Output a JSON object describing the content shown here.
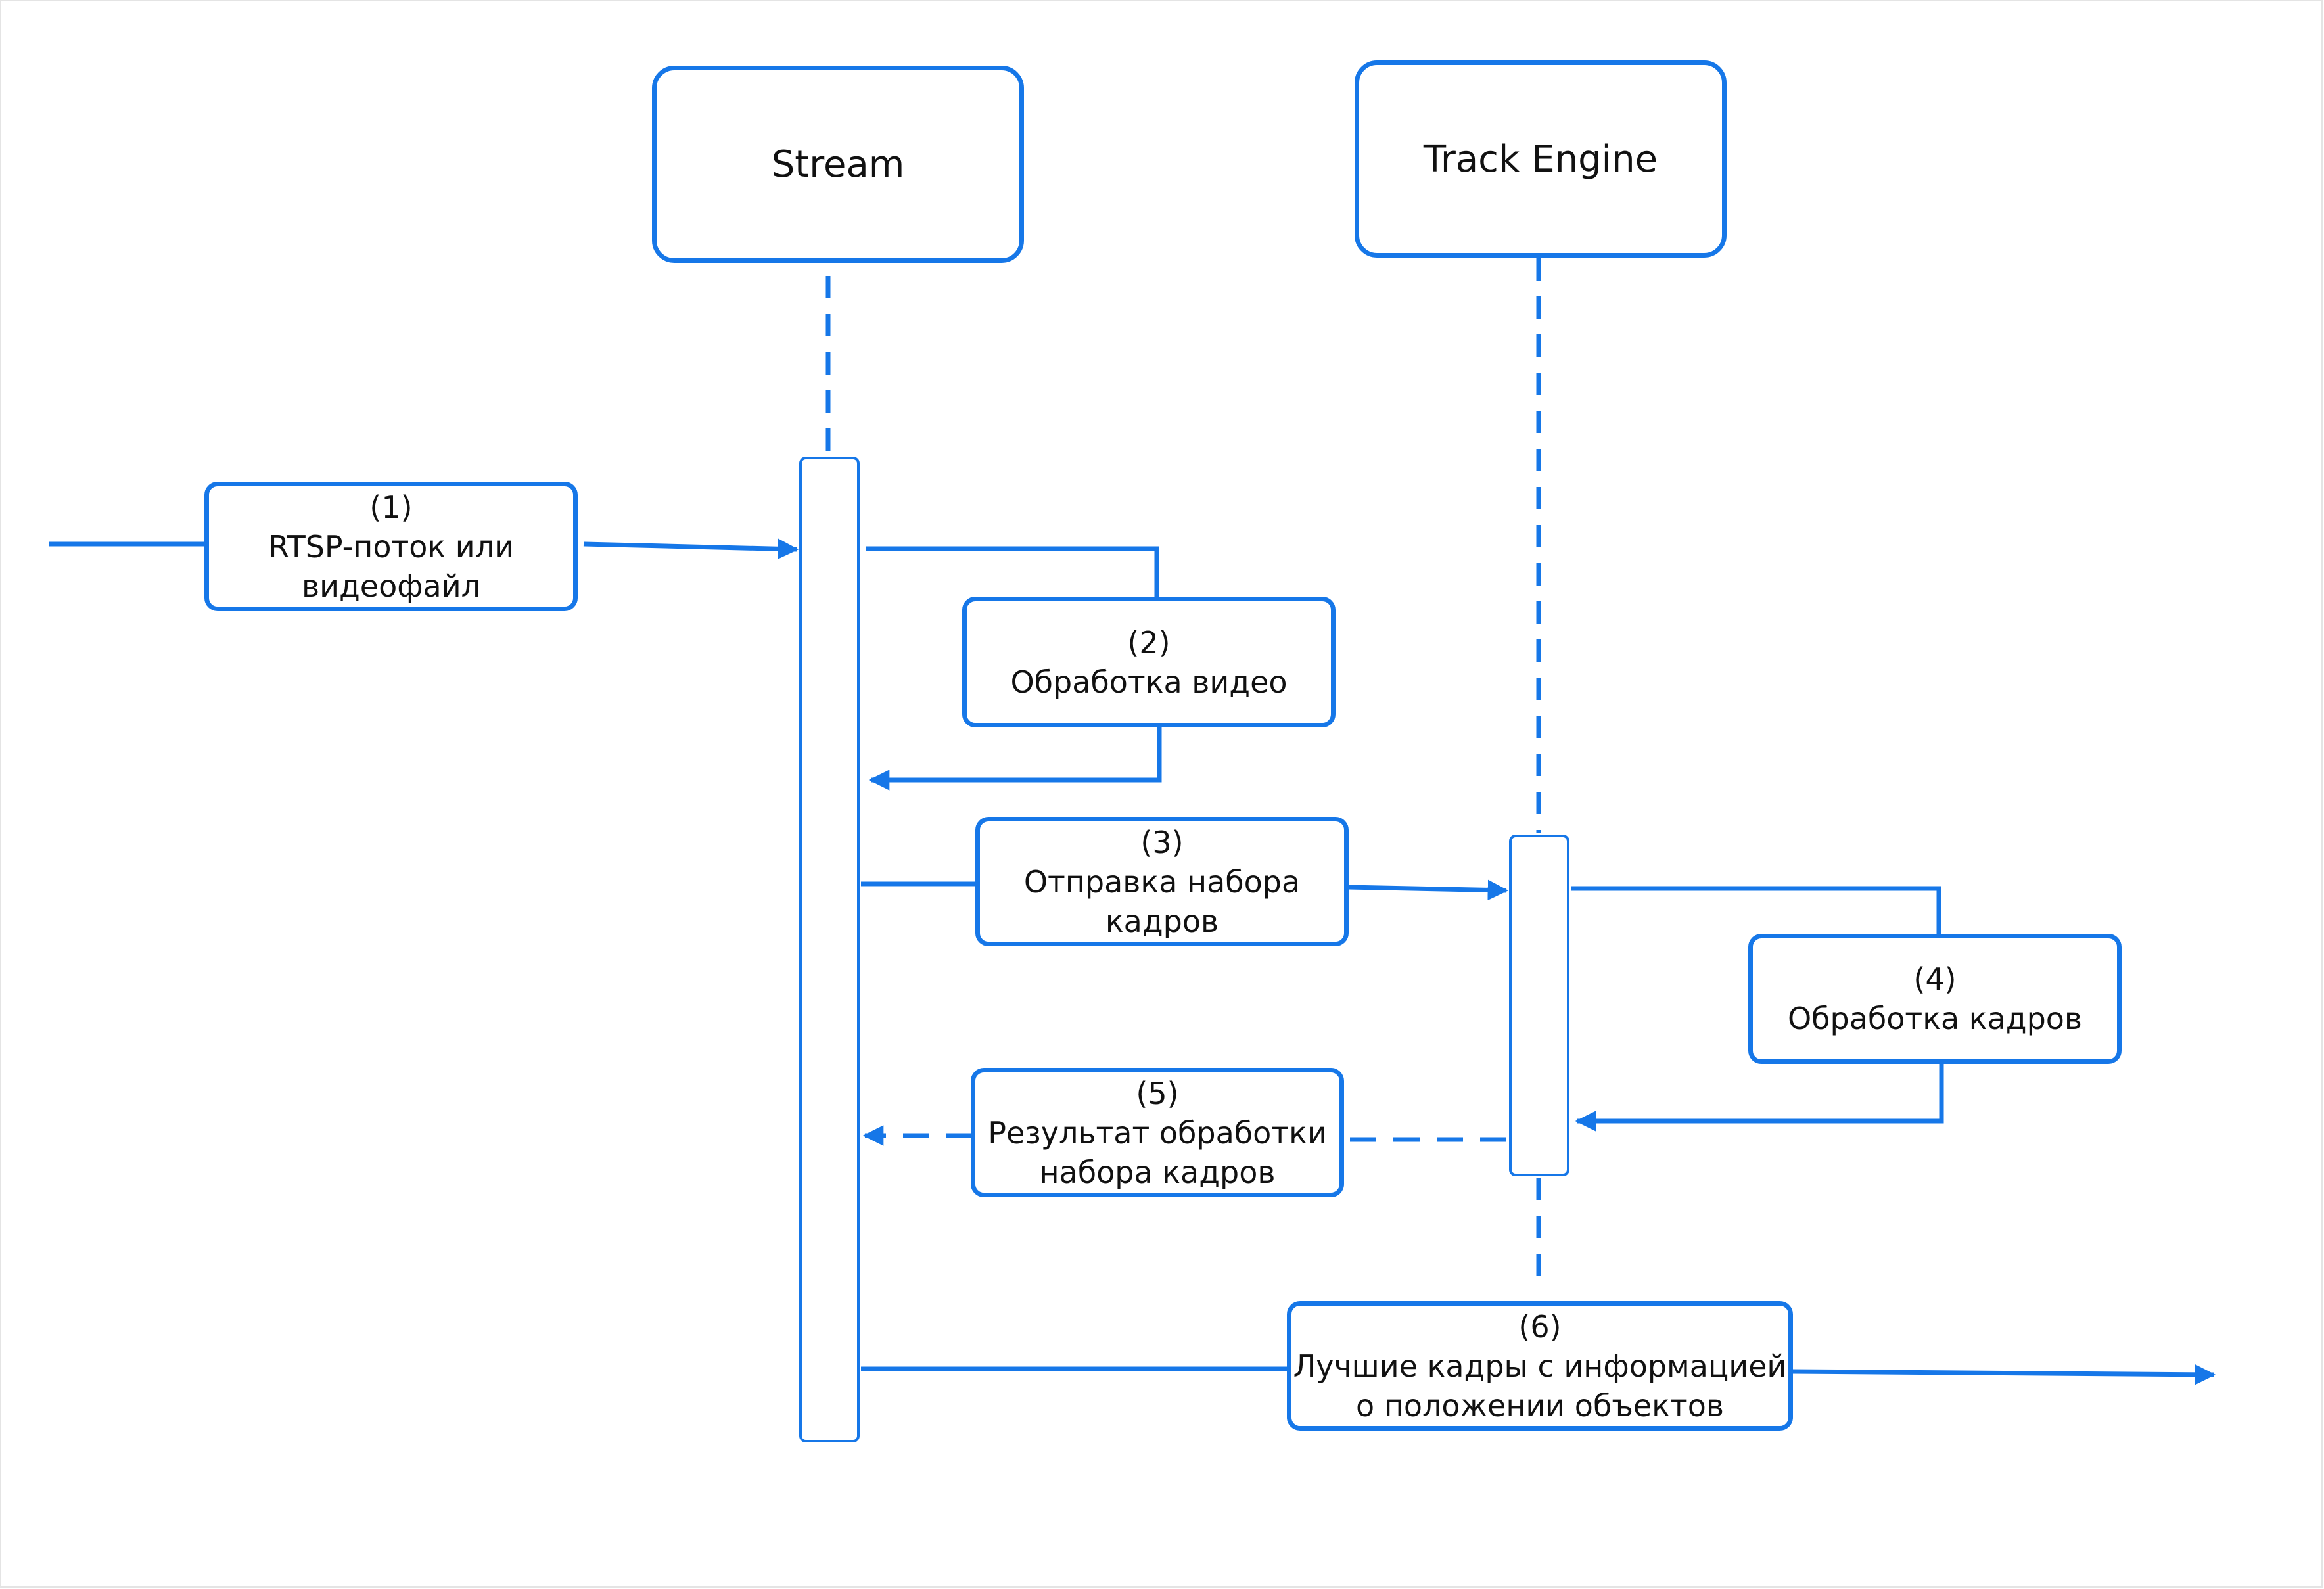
{
  "participants": {
    "stream": "Stream",
    "track_engine": "Track Engine"
  },
  "messages": [
    {
      "num": "(1)",
      "line1": "RTSP-поток или",
      "line2": "видеофайл"
    },
    {
      "num": "(2)",
      "line1": "Обработка видео",
      "line2": ""
    },
    {
      "num": "(3)",
      "line1": "Отправка набора",
      "line2": "кадров"
    },
    {
      "num": "(4)",
      "line1": "Обработка кадров",
      "line2": ""
    },
    {
      "num": "(5)",
      "line1": "Результат обработки",
      "line2": "набора кадров"
    },
    {
      "num": "(6)",
      "line1": "Лучшие кадры с информацией",
      "line2": "о положении объектов"
    }
  ],
  "colors": {
    "accent": "#1677e8",
    "text": "#111111",
    "background": "#ffffff"
  }
}
